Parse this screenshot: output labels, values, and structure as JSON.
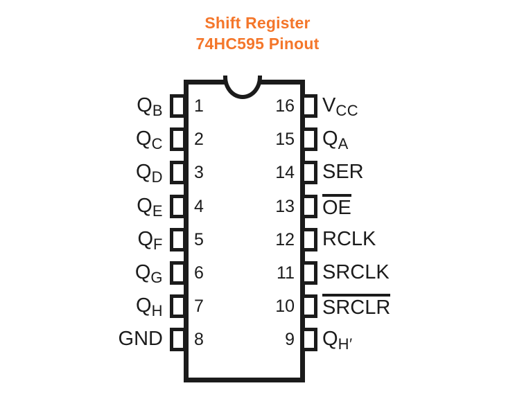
{
  "title": {
    "line1": "Shift Register",
    "line2": "74HC595 Pinout",
    "color": "#f4762a"
  },
  "chip": {
    "package": "DIP-16",
    "notch": "top-center-semicircle",
    "outline_color": "#1b1b1b"
  },
  "pins": {
    "left": [
      {
        "number": "1",
        "base": "Q",
        "sub": "B",
        "prime": "",
        "overline": false
      },
      {
        "number": "2",
        "base": "Q",
        "sub": "C",
        "prime": "",
        "overline": false
      },
      {
        "number": "3",
        "base": "Q",
        "sub": "D",
        "prime": "",
        "overline": false
      },
      {
        "number": "4",
        "base": "Q",
        "sub": "E",
        "prime": "",
        "overline": false
      },
      {
        "number": "5",
        "base": "Q",
        "sub": "F",
        "prime": "",
        "overline": false
      },
      {
        "number": "6",
        "base": "Q",
        "sub": "G",
        "prime": "",
        "overline": false
      },
      {
        "number": "7",
        "base": "Q",
        "sub": "H",
        "prime": "",
        "overline": false
      },
      {
        "number": "8",
        "base": "GND",
        "sub": "",
        "prime": "",
        "overline": false
      }
    ],
    "right": [
      {
        "number": "16",
        "base": "V",
        "sub": "CC",
        "prime": "",
        "overline": false
      },
      {
        "number": "15",
        "base": "Q",
        "sub": "A",
        "prime": "",
        "overline": false
      },
      {
        "number": "14",
        "base": "SER",
        "sub": "",
        "prime": "",
        "overline": false
      },
      {
        "number": "13",
        "base": "OE",
        "sub": "",
        "prime": "",
        "overline": true
      },
      {
        "number": "12",
        "base": "RCLK",
        "sub": "",
        "prime": "",
        "overline": false
      },
      {
        "number": "11",
        "base": "SRCLK",
        "sub": "",
        "prime": "",
        "overline": false
      },
      {
        "number": "10",
        "base": "SRCLR",
        "sub": "",
        "prime": "",
        "overline": true
      },
      {
        "number": "9",
        "base": "Q",
        "sub": "H",
        "prime": "′",
        "overline": false
      }
    ]
  }
}
